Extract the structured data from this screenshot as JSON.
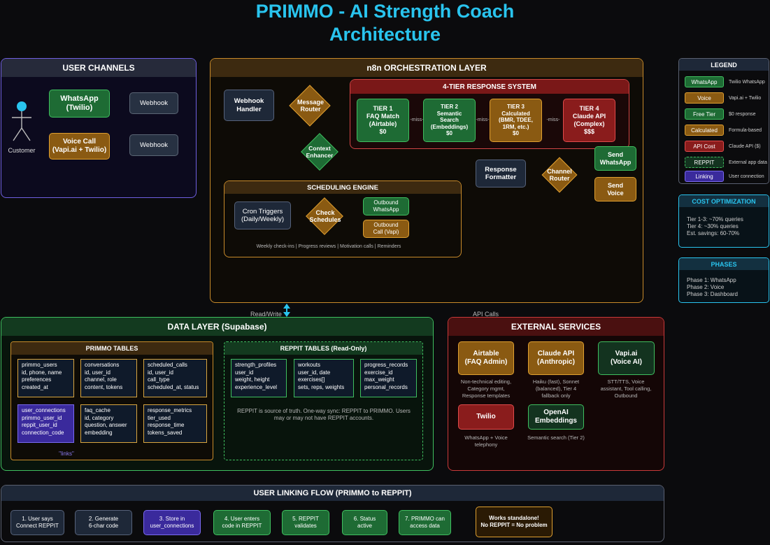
{
  "title": {
    "line1": "PRIMMO - AI Strength Coach",
    "line2": "Architecture"
  },
  "user_channels": {
    "header": "USER CHANNELS",
    "customer": "Customer",
    "whatsapp": "WhatsApp\n(Twilio)",
    "voice": "Voice Call\n(Vapi.ai + Twilio)",
    "webhook1": "Webhook",
    "webhook2": "Webhook"
  },
  "orchestration": {
    "header": "n8n ORCHESTRATION LAYER",
    "webhook_handler": "Webhook\nHandler",
    "message_router": "Message\nRouter",
    "context_enhancer": "Context\nEnhancer",
    "response_formatter": "Response\nFormatter",
    "channel_router": "Channel\nRouter",
    "send_whatsapp": "Send\nWhatsApp",
    "send_voice": "Send\nVoice",
    "tier_system": {
      "header": "4-TIER RESPONSE SYSTEM",
      "tier1": "TIER 1\nFAQ Match\n(Airtable)\n$0",
      "tier2": "TIER 2\nSemantic\nSearch\n(Embeddings)\n$0",
      "tier3": "TIER 3\nCalculated\n(BMR, TDEE,\n1RM, etc.)\n$0",
      "tier4": "TIER 4\nClaude API\n(Complex)\n$$$",
      "miss1": "-miss-",
      "miss2": "-miss-",
      "miss3": "-miss-"
    },
    "scheduling": {
      "header": "SCHEDULING ENGINE",
      "cron": "Cron Triggers\n(Daily/Weekly)",
      "check": "Check\nSchedules",
      "outbound_whatsapp": "Outbound\nWhatsApp",
      "outbound_call": "Outbound\nCall (Vapi)",
      "note": "Weekly check-ins | Progress reviews | Motivation calls | Reminders"
    }
  },
  "connectors": {
    "read_write": "Read/Write",
    "api_calls": "API Calls"
  },
  "data_layer": {
    "header": "DATA LAYER (Supabase)",
    "primmo_tables": {
      "header": "PRIMMO TABLES",
      "tables": [
        "primmo_users\nid, phone, name\npreferences\ncreated_at",
        "conversations\nid, user_id\nchannel, role\ncontent, tokens",
        "scheduled_calls\nid, user_id\ncall_type\nscheduled_at, status",
        "user_connections\nprimmo_user_id\nreppit_user_id\nconnection_code",
        "faq_cache\nid, category\nquestion, answer\nembedding",
        "response_metrics\ntier_used\nresponse_time\ntokens_saved"
      ],
      "links": "\"links\""
    },
    "reppit_tables": {
      "header": "REPPIT TABLES (Read-Only)",
      "tables": [
        "strength_profiles\nuser_id\nweight, height\nexperience_level",
        "workouts\nuser_id, date\nexercises[]\nsets, reps, weights",
        "progress_records\nexercise_id\nmax_weight\npersonal_records"
      ],
      "note": "REPPIT is source of truth. One-way sync: REPPIT to PRIMMO. Users\nmay or may not have REPPIT accounts."
    }
  },
  "external": {
    "header": "EXTERNAL SERVICES",
    "airtable": "Airtable\n(FAQ Admin)",
    "airtable_desc": "Non-technical editing,\nCategory mgmt,\nResponse templates",
    "claude": "Claude API\n(Anthropic)",
    "claude_desc": "Haiku (fast), Sonnet\n(balanced), Tier 4\nfallback only",
    "vapi": "Vapi.ai\n(Voice AI)",
    "vapi_desc": "STT/TTS, Voice\nassistant, Tool calling,\nOutbound",
    "twilio": "Twilio",
    "twilio_desc": "WhatsApp + Voice\ntelephony",
    "openai": "OpenAI\nEmbeddings",
    "openai_desc": "Semantic search (Tier 2)"
  },
  "legend": {
    "header": "LEGEND",
    "items": [
      {
        "label": "WhatsApp",
        "desc": "Twilio WhatsApp"
      },
      {
        "label": "Voice",
        "desc": "Vapi.ai + Twilio"
      },
      {
        "label": "Free Tier",
        "desc": "$0 response"
      },
      {
        "label": "Calculated",
        "desc": "Formula-based"
      },
      {
        "label": "API Cost",
        "desc": "Claude API ($)"
      },
      {
        "label": "REPPIT",
        "desc": "External app data"
      },
      {
        "label": "Linking",
        "desc": "User connection"
      }
    ]
  },
  "cost_optimization": {
    "header": "COST OPTIMIZATION",
    "lines": "Tier 1-3: ~70% queries\nTier 4: ~30% queries\nEst. savings: 60-70%"
  },
  "phases": {
    "header": "PHASES",
    "lines": "Phase 1: WhatsApp\nPhase 2: Voice\nPhase 3: Dashboard"
  },
  "linking_flow": {
    "header": "USER LINKING FLOW (PRIMMO to REPPIT)",
    "steps": [
      "1. User says\nConnect REPPIT",
      "2. Generate\n6-char code",
      "3. Store in\nuser_connections",
      "4. User enters\ncode in REPPIT",
      "5. REPPIT\nvalidates",
      "6. Status\nactive",
      "7. PRIMMO can\naccess data"
    ],
    "standalone": "Works standalone!\nNo REPPIT = No problem"
  }
}
